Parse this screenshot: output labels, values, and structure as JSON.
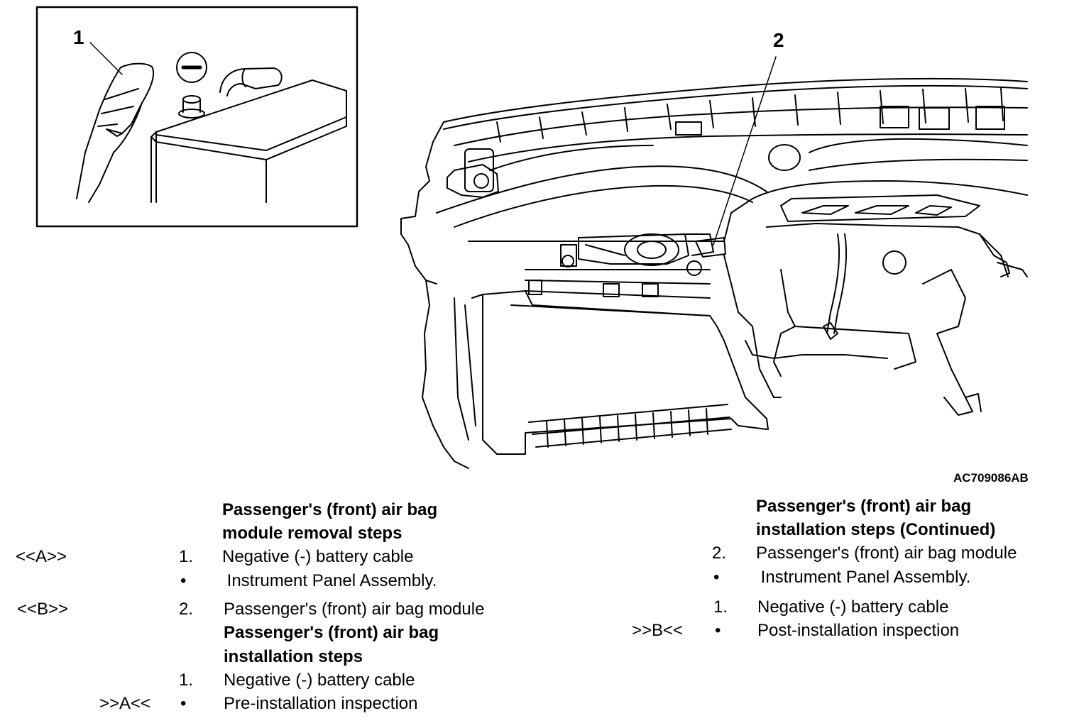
{
  "figure": {
    "callout_1": "1",
    "callout_2": "2",
    "figure_code": "AC709086AB"
  },
  "left_column": {
    "removal_heading_line1": "Passenger's (front) air bag",
    "removal_heading_line2": "module removal steps",
    "steps": [
      {
        "ref": "<<A>>",
        "num": "1.",
        "text": "Negative (-) battery cable"
      },
      {
        "ref": "",
        "num": "•",
        "text": " Instrument Panel Assembly."
      },
      {
        "ref": "<<B>>",
        "num": "2.",
        "text": "Passenger's (front) air bag module"
      }
    ],
    "install_heading_line1": "Passenger's (front) air bag",
    "install_heading_line2": "installation steps",
    "install_steps": [
      {
        "ref": "",
        "num": "1.",
        "text": "Negative (-) battery cable"
      },
      {
        "ref": ">>A<<",
        "num": "•",
        "text": "Pre-installation inspection"
      }
    ]
  },
  "right_column": {
    "heading_line1": "Passenger's (front) air bag",
    "heading_line2": "installation steps (Continued)",
    "steps": [
      {
        "ref": "",
        "num": "2.",
        "text": "Passenger's (front) air bag module"
      },
      {
        "ref": "",
        "num": "•",
        "text": " Instrument Panel Assembly."
      },
      {
        "ref": "",
        "num": "1.",
        "text": "Negative (-) battery cable"
      },
      {
        "ref": ">>B<<",
        "num": "•",
        "text": "Post-installation inspection"
      }
    ]
  }
}
